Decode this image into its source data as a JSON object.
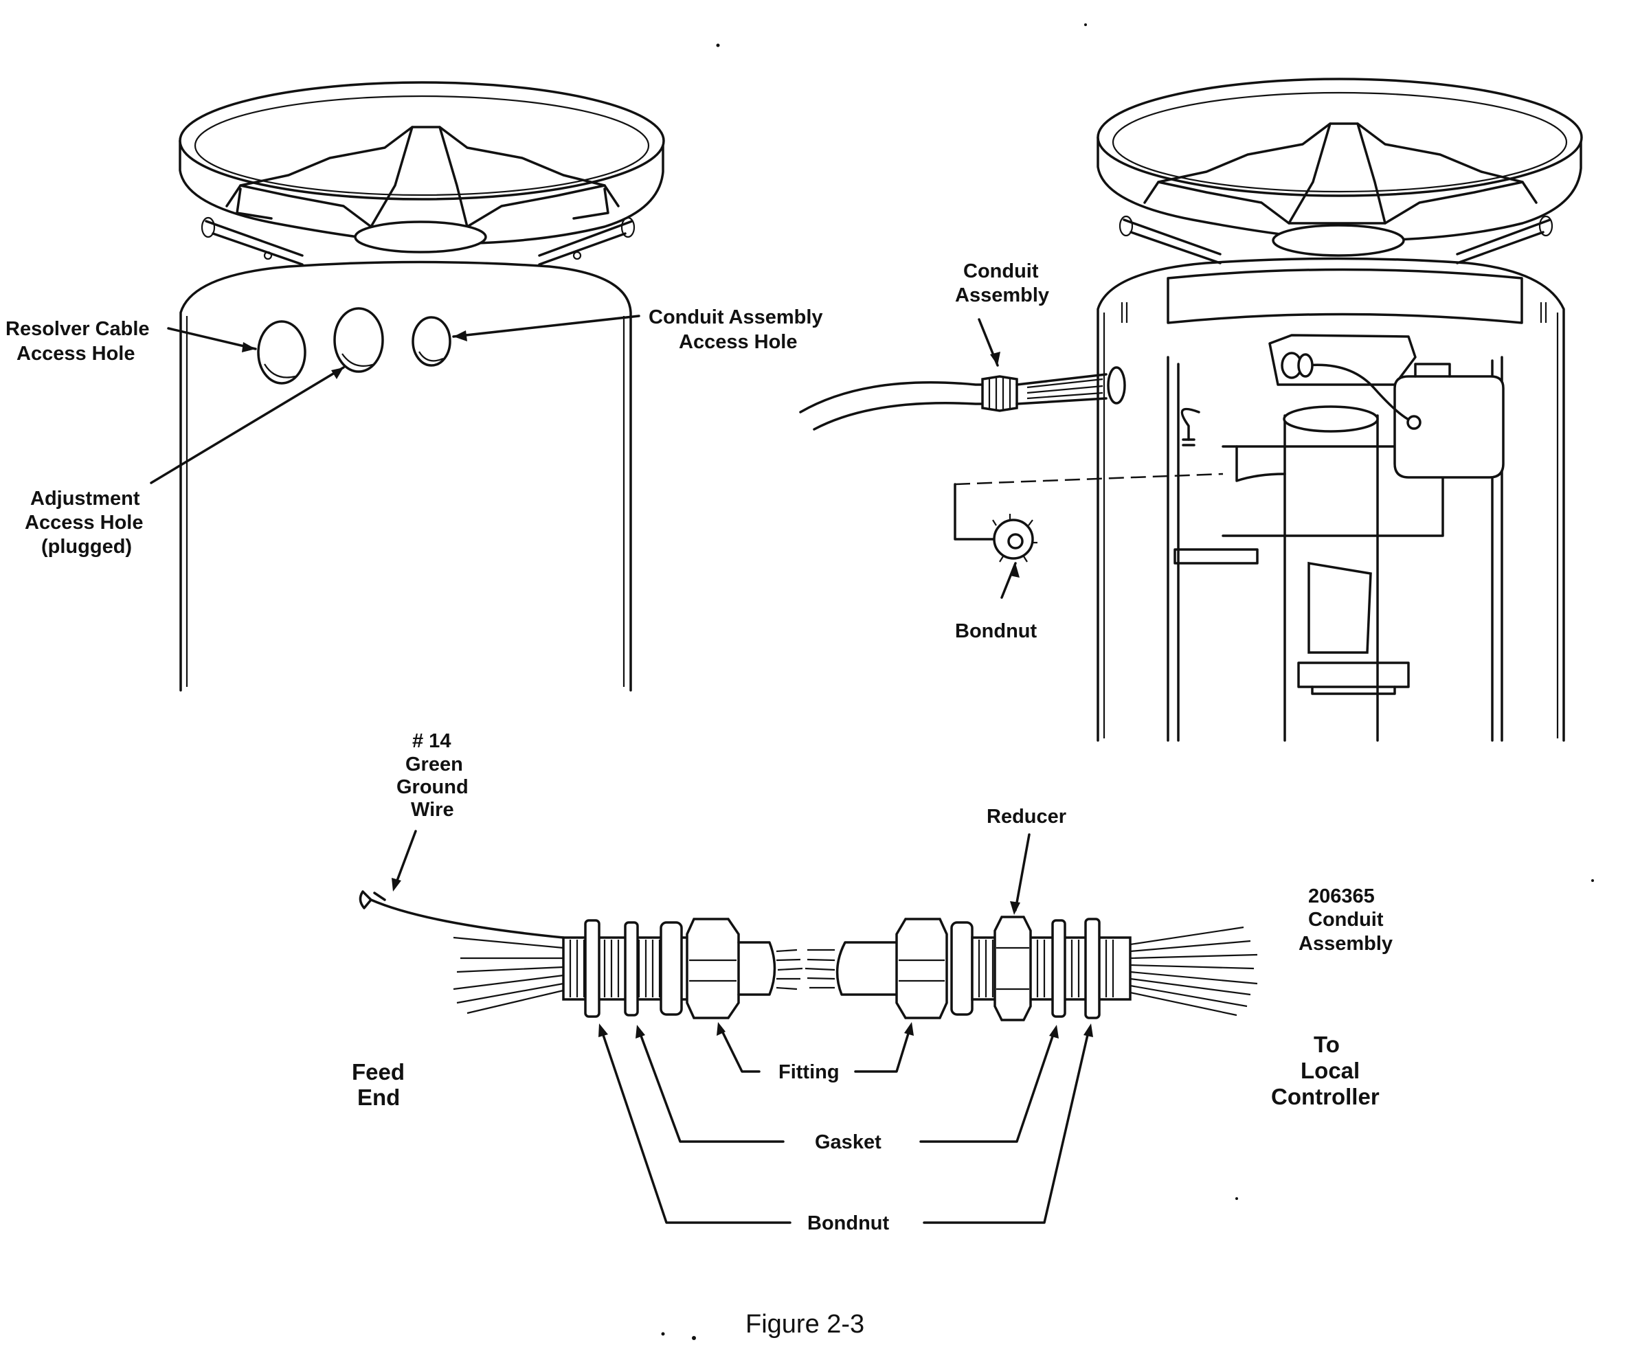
{
  "figure": {
    "caption": "Figure 2-3"
  },
  "left_view": {
    "labels": {
      "resolver_cable_line1": "Resolver Cable",
      "resolver_cable_line2": "Access Hole",
      "conduit_access_line1": "Conduit Assembly",
      "conduit_access_line2": "Access Hole",
      "adjustment_line1": "Adjustment",
      "adjustment_line2": "Access Hole",
      "adjustment_line3": "(plugged)"
    }
  },
  "right_view": {
    "labels": {
      "conduit_line1": "Conduit",
      "conduit_line2": "Assembly",
      "bondnut": "Bondnut"
    }
  },
  "detail_view": {
    "labels": {
      "ground_wire_line1": "# 14",
      "ground_wire_line2": "Green",
      "ground_wire_line3": "Ground",
      "ground_wire_line4": "Wire",
      "reducer": "Reducer",
      "part_line1": "206365",
      "part_line2": "Conduit",
      "part_line3": "Assembly",
      "feed_line1": "Feed",
      "feed_line2": "End",
      "to_line1": "To",
      "to_line2": "Local",
      "to_line3": "Controller",
      "fitting": "Fitting",
      "gasket": "Gasket",
      "bondnut": "Bondnut"
    }
  }
}
